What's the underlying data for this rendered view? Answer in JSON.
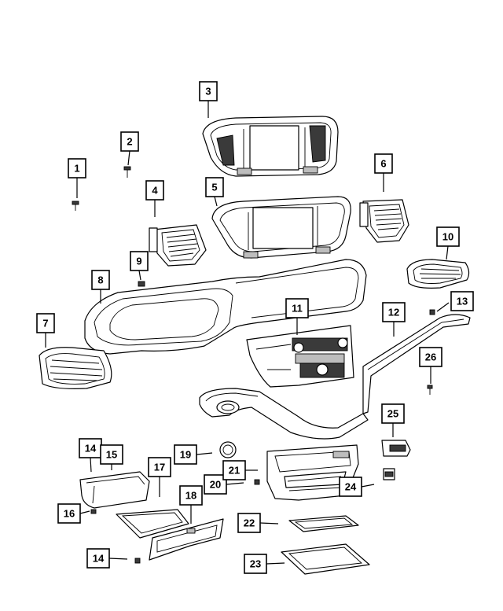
{
  "callouts": [
    "1",
    "2",
    "3",
    "4",
    "5",
    "6",
    "7",
    "8",
    "9",
    "10",
    "11",
    "12",
    "13",
    "14",
    "15",
    "16",
    "17",
    "18",
    "19",
    "20",
    "21",
    "22",
    "23",
    "24",
    "25",
    "26",
    "14"
  ],
  "colors": {
    "line": "#000000",
    "background": "#ffffff",
    "fill_dark": "#3a3a3a",
    "fill_grey": "#bdbdbd"
  }
}
